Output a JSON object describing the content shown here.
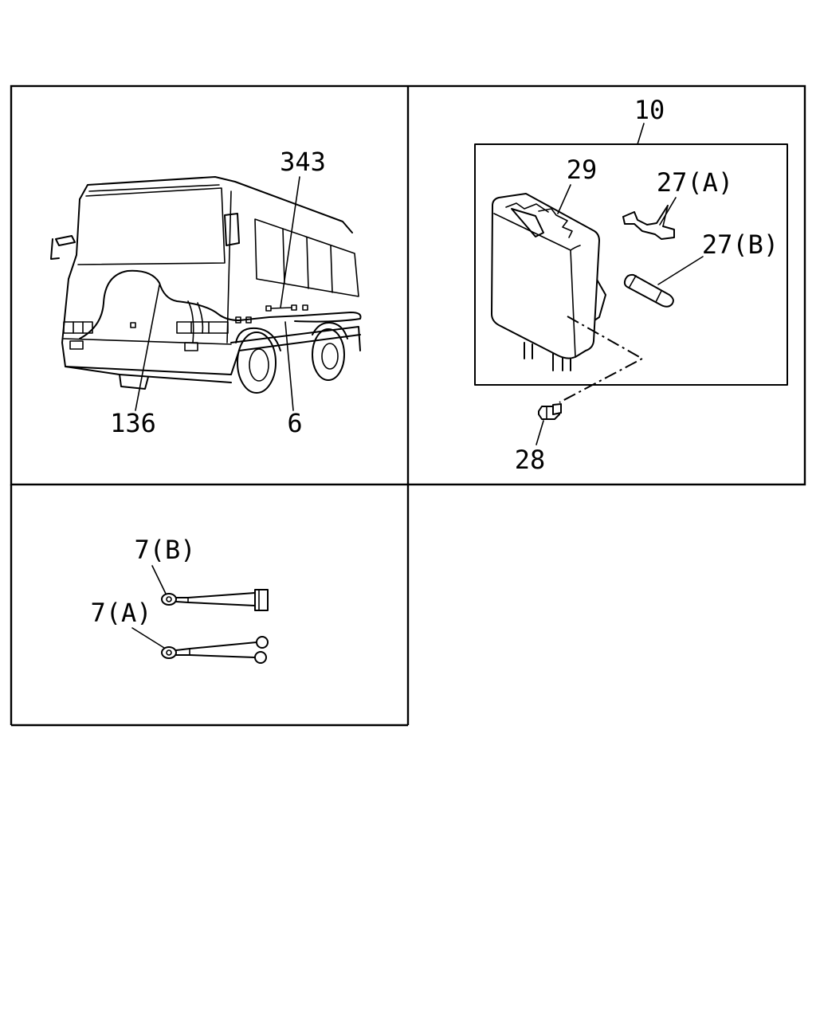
{
  "callouts": {
    "harness_343": "343",
    "harness_136": "136",
    "harness_6": "6",
    "box_10": "10",
    "fuse_box_29": "29",
    "tool_27a": "27(A)",
    "fuse_27b": "27(B)",
    "screw_28": "28",
    "cable_7b": "7(B)",
    "cable_7a": "7(A)"
  },
  "colors": {
    "line": "#000000",
    "background": "#ffffff"
  }
}
